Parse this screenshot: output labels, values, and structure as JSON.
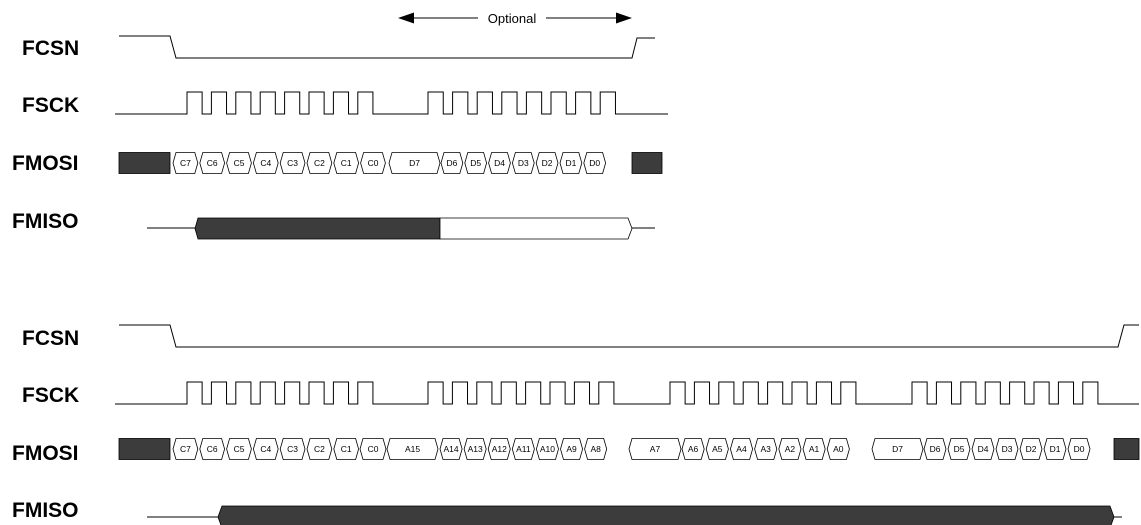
{
  "annotation": {
    "optional_label": "Optional"
  },
  "diagrams": [
    {
      "signals": {
        "fcsn": "FCSN",
        "fsck": "FSCK",
        "fmosi": "FMOSI",
        "fmiso": "FMISO"
      },
      "fmosi_bits": [
        "C7",
        "C6",
        "C5",
        "C4",
        "C3",
        "C2",
        "C1",
        "C0",
        "D7",
        "D6",
        "D5",
        "D4",
        "D3",
        "D2",
        "D1",
        "D0"
      ]
    },
    {
      "signals": {
        "fcsn": "FCSN",
        "fsck": "FSCK",
        "fmosi": "FMOSI",
        "fmiso": "FMISO"
      },
      "fmosi_bits": [
        "C7",
        "C6",
        "C5",
        "C4",
        "C3",
        "C2",
        "C1",
        "C0",
        "A15",
        "A14",
        "A13",
        "A12",
        "A11",
        "A10",
        "A9",
        "A8",
        "A7",
        "A6",
        "A5",
        "A4",
        "A3",
        "A2",
        "A1",
        "A0",
        "D7",
        "D6",
        "D5",
        "D4",
        "D3",
        "D2",
        "D1",
        "D0"
      ]
    }
  ],
  "colors": {
    "waveform": "#000000",
    "shaded_block": "#3c3c3c",
    "background": "#ffffff"
  }
}
